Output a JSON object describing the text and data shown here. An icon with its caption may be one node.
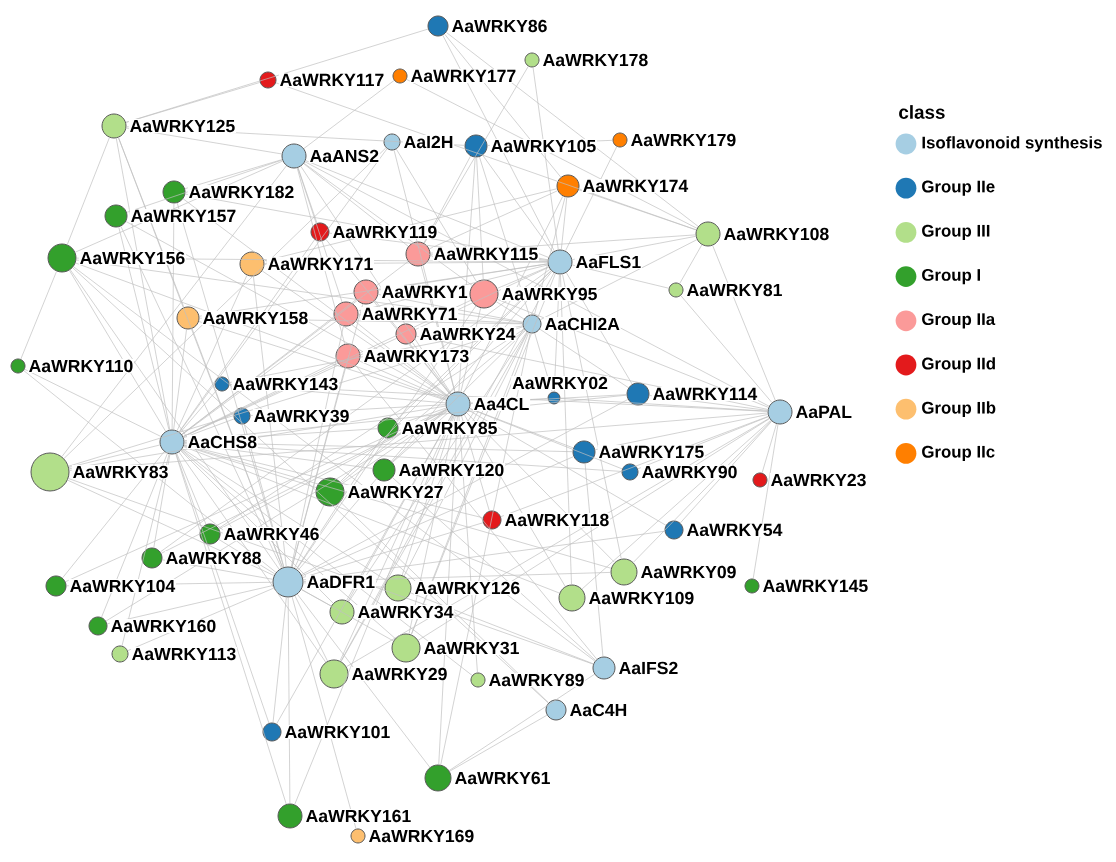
{
  "diagram": {
    "nodes": [
      {
        "text": [],
        "shape": "circle",
        "beside": [
          "AaWRKY86"
        ]
      },
      {
        "text": [],
        "shape": "circle",
        "beside": [
          "AaWRKY178"
        ]
      },
      {
        "text": [],
        "shape": "circle",
        "beside": [
          "AaWRKY117"
        ]
      },
      {
        "text": [],
        "shape": "circle",
        "beside": [
          "AaWRKY177"
        ]
      },
      {
        "text": [],
        "shape": "circle",
        "beside": [
          "AaWRKY125"
        ]
      },
      {
        "text": [],
        "shape": "circle",
        "beside": [
          "AaWRKY179"
        ]
      },
      {
        "text": [],
        "shape": "circle",
        "beside": [
          "AaI2H"
        ]
      },
      {
        "text": [],
        "shape": "circle",
        "beside": [
          "AaWRKY105"
        ]
      },
      {
        "text": [],
        "shape": "circle",
        "beside": [
          "AaANS2"
        ]
      },
      {
        "text": [],
        "shape": "circle",
        "beside": [
          "AaWRKY174"
        ]
      },
      {
        "text": [],
        "shape": "circle",
        "beside": [
          "AaWRKY182"
        ]
      },
      {
        "text": [],
        "shape": "circle",
        "beside": [
          "AaWRKY157"
        ]
      },
      {
        "text": [],
        "shape": "circle",
        "beside": [
          "AaWRKY108"
        ]
      },
      {
        "text": [],
        "shape": "circle",
        "beside": [
          "AaWRKY119"
        ]
      },
      {
        "text": [],
        "shape": "circle",
        "beside": [
          "AaWRKY115"
        ]
      },
      {
        "text": [],
        "shape": "circle",
        "beside": [
          "AaWRKY156"
        ]
      },
      {
        "text": [],
        "shape": "circle",
        "beside": [
          "AaFLS1"
        ]
      },
      {
        "text": [],
        "shape": "circle",
        "beside": [
          "AaWRKY171"
        ]
      },
      {
        "text": [],
        "shape": "circle",
        "beside": [
          "AaWRKY1"
        ]
      },
      {
        "text": [],
        "shape": "circle",
        "beside": [
          "AaWRKY95"
        ]
      },
      {
        "text": [],
        "shape": "circle",
        "beside": [
          "AaWRKY81"
        ]
      },
      {
        "text": [],
        "shape": "circle",
        "beside": [
          "AaWRKY71"
        ]
      },
      {
        "text": [],
        "shape": "circle",
        "beside": [
          "AaWRKY158"
        ]
      },
      {
        "text": [],
        "shape": "circle",
        "beside": [
          "AaCHI2A"
        ]
      },
      {
        "text": [],
        "shape": "circle",
        "beside": [
          "AaWRKY24"
        ]
      },
      {
        "text": [],
        "shape": "circle",
        "beside": [
          "AaWRKY173"
        ]
      },
      {
        "text": [],
        "shape": "circle",
        "beside": [
          "AaWRKY110"
        ]
      },
      {
        "text": [],
        "shape": "circle",
        "beside": [
          "AaWRKY143"
        ]
      },
      {
        "text": [],
        "shape": "circle",
        "beside": [
          "AaWRKY114"
        ]
      },
      {
        "text": [],
        "shape": "circle",
        "beside": [
          "AaWRKY02"
        ]
      },
      {
        "text": [],
        "shape": "circle",
        "beside": [
          "AaPAL"
        ]
      },
      {
        "text": [],
        "shape": "circle",
        "beside": [
          "Aa4CL"
        ]
      },
      {
        "text": [],
        "shape": "circle",
        "beside": [
          "AaWRKY85"
        ]
      },
      {
        "text": [],
        "shape": "circle",
        "beside": [
          "AaWRKY39"
        ]
      },
      {
        "text": [],
        "shape": "circle",
        "beside": [
          "AaCHS8"
        ]
      },
      {
        "text": [],
        "shape": "circle",
        "beside": [
          "AaWRKY175"
        ]
      },
      {
        "text": [],
        "shape": "circle",
        "beside": [
          "AaWRKY120"
        ]
      },
      {
        "text": [],
        "shape": "circle",
        "beside": [
          "AaWRKY83"
        ]
      },
      {
        "text": [],
        "shape": "circle",
        "beside": [
          "AaWRKY90"
        ]
      },
      {
        "text": [],
        "shape": "circle",
        "beside": [
          "AaWRKY23"
        ]
      },
      {
        "text": [],
        "shape": "circle",
        "beside": [
          "AaWRKY27"
        ]
      },
      {
        "text": [],
        "shape": "circle",
        "beside": [
          "AaWRKY118"
        ]
      },
      {
        "text": [],
        "shape": "circle",
        "beside": [
          "AaWRKY54"
        ]
      },
      {
        "text": [],
        "shape": "circle",
        "beside": [
          "AaWRKY46"
        ]
      },
      {
        "text": [],
        "shape": "circle",
        "beside": [
          "AaWRKY88"
        ]
      },
      {
        "text": [],
        "shape": "circle",
        "beside": [
          "AaWRKY104"
        ]
      },
      {
        "text": [],
        "shape": "circle",
        "beside": [
          "AaWRKY09"
        ]
      },
      {
        "text": [],
        "shape": "circle",
        "beside": [
          "AaDFR1"
        ]
      },
      {
        "text": [],
        "shape": "circle",
        "beside": [
          "AaWRKY145"
        ]
      },
      {
        "text": [],
        "shape": "circle",
        "beside": [
          "AaWRKY126"
        ]
      },
      {
        "text": [],
        "shape": "circle",
        "beside": [
          "AaWRKY109"
        ]
      },
      {
        "text": [],
        "shape": "circle",
        "beside": [
          "AaWRKY34"
        ]
      },
      {
        "text": [],
        "shape": "circle",
        "beside": [
          "AaWRKY160"
        ]
      },
      {
        "text": [],
        "shape": "circle",
        "beside": [
          "AaWRKY113"
        ]
      },
      {
        "text": [],
        "shape": "circle",
        "beside": [
          "AaWRKY31"
        ]
      },
      {
        "text": [],
        "shape": "circle",
        "beside": [
          "AaIFS2"
        ]
      },
      {
        "text": [],
        "shape": "circle",
        "beside": [
          "AaWRKY29"
        ]
      },
      {
        "text": [],
        "shape": "circle",
        "beside": [
          "AaWRKY89"
        ]
      },
      {
        "text": [],
        "shape": "circle",
        "beside": [
          "AaC4H"
        ]
      },
      {
        "text": [],
        "shape": "circle",
        "beside": [
          "AaWRKY101"
        ]
      },
      {
        "text": [],
        "shape": "circle",
        "beside": [
          "AaWRKY61"
        ]
      },
      {
        "text": [],
        "shape": "circle",
        "beside": [
          "AaWRKY161"
        ]
      },
      {
        "text": [],
        "shape": "circle",
        "beside": [
          "AaWRKY169"
        ]
      }
    ],
    "edges": [
      {
        "from": 0,
        "to": 4,
        "arrow": "none"
      },
      {
        "from": 0,
        "to": 9,
        "arrow": "none"
      },
      {
        "from": 0,
        "to": 12,
        "arrow": "none"
      },
      {
        "from": 0,
        "to": 16,
        "arrow": "none"
      },
      {
        "from": 1,
        "to": 16,
        "arrow": "none"
      },
      {
        "from": 1,
        "to": 14,
        "arrow": "none"
      },
      {
        "from": 2,
        "to": 4,
        "arrow": "none"
      },
      {
        "from": 2,
        "to": 12,
        "arrow": "none"
      },
      {
        "from": 3,
        "to": 12,
        "arrow": "none"
      },
      {
        "from": 3,
        "to": 8,
        "arrow": "none"
      },
      {
        "from": 4,
        "to": 8,
        "arrow": "none"
      },
      {
        "from": 4,
        "to": 7,
        "arrow": "none"
      },
      {
        "from": 4,
        "to": 15,
        "arrow": "none"
      },
      {
        "from": 4,
        "to": 22,
        "arrow": "none"
      },
      {
        "from": 4,
        "to": 34,
        "arrow": "none"
      },
      {
        "from": 4,
        "to": 47,
        "arrow": "none"
      },
      {
        "from": 5,
        "to": 7,
        "arrow": "none"
      },
      {
        "from": 5,
        "to": 16,
        "arrow": "none"
      },
      {
        "from": 6,
        "to": 19,
        "arrow": "none"
      },
      {
        "from": 6,
        "to": 34,
        "arrow": "none"
      },
      {
        "from": 6,
        "to": 31,
        "arrow": "none"
      },
      {
        "from": 7,
        "to": 19,
        "arrow": "none"
      },
      {
        "from": 7,
        "to": 16,
        "arrow": "none"
      },
      {
        "from": 7,
        "to": 14,
        "arrow": "none"
      },
      {
        "from": 7,
        "to": 31,
        "arrow": "none"
      },
      {
        "from": 7,
        "to": 23,
        "arrow": "none"
      },
      {
        "from": 8,
        "to": 19,
        "arrow": "none"
      },
      {
        "from": 8,
        "to": 21,
        "arrow": "none"
      },
      {
        "from": 8,
        "to": 31,
        "arrow": "none"
      },
      {
        "from": 8,
        "to": 16,
        "arrow": "none"
      },
      {
        "from": 8,
        "to": 25,
        "arrow": "none"
      },
      {
        "from": 8,
        "to": 30,
        "arrow": "none"
      },
      {
        "from": 9,
        "to": 12,
        "arrow": "none"
      },
      {
        "from": 9,
        "to": 16,
        "arrow": "none"
      },
      {
        "from": 9,
        "to": 14,
        "arrow": "none"
      },
      {
        "from": 9,
        "to": 17,
        "arrow": "none"
      },
      {
        "from": 9,
        "to": 23,
        "arrow": "none"
      },
      {
        "from": 9,
        "to": 31,
        "arrow": "none"
      },
      {
        "from": 10,
        "to": 8,
        "arrow": "none"
      },
      {
        "from": 10,
        "to": 47,
        "arrow": "none"
      },
      {
        "from": 10,
        "to": 34,
        "arrow": "none"
      },
      {
        "from": 10,
        "to": 31,
        "arrow": "none"
      },
      {
        "from": 10,
        "to": 16,
        "arrow": "none"
      },
      {
        "from": 11,
        "to": 8,
        "arrow": "none"
      },
      {
        "from": 11,
        "to": 34,
        "arrow": "none"
      },
      {
        "from": 11,
        "to": 47,
        "arrow": "none"
      },
      {
        "from": 11,
        "to": 31,
        "arrow": "none"
      },
      {
        "from": 12,
        "to": 16,
        "arrow": "none"
      },
      {
        "from": 12,
        "to": 14,
        "arrow": "none"
      },
      {
        "from": 12,
        "to": 30,
        "arrow": "none"
      },
      {
        "from": 12,
        "to": 20,
        "arrow": "none"
      },
      {
        "from": 12,
        "to": 23,
        "arrow": "none"
      },
      {
        "from": 13,
        "to": 8,
        "arrow": "none"
      },
      {
        "from": 13,
        "to": 16,
        "arrow": "none"
      },
      {
        "from": 13,
        "to": 31,
        "arrow": "none"
      },
      {
        "from": 13,
        "to": 34,
        "arrow": "none"
      },
      {
        "from": 14,
        "to": 16,
        "arrow": "none"
      },
      {
        "from": 14,
        "to": 31,
        "arrow": "none"
      },
      {
        "from": 14,
        "to": 8,
        "arrow": "none"
      },
      {
        "from": 14,
        "to": 34,
        "arrow": "none"
      },
      {
        "from": 15,
        "to": 34,
        "arrow": "none"
      },
      {
        "from": 15,
        "to": 47,
        "arrow": "none"
      },
      {
        "from": 15,
        "to": 31,
        "arrow": "none"
      },
      {
        "from": 15,
        "to": 16,
        "arrow": "none"
      },
      {
        "from": 15,
        "to": 58,
        "arrow": "none"
      },
      {
        "from": 15,
        "to": 55,
        "arrow": "none"
      },
      {
        "from": 15,
        "to": 8,
        "arrow": "none"
      },
      {
        "from": 15,
        "to": 23,
        "arrow": "none"
      },
      {
        "from": 16,
        "to": 19,
        "arrow": "none"
      },
      {
        "from": 16,
        "to": 18,
        "arrow": "none"
      },
      {
        "from": 16,
        "to": 21,
        "arrow": "none"
      },
      {
        "from": 16,
        "to": 24,
        "arrow": "none"
      },
      {
        "from": 16,
        "to": 22,
        "arrow": "none"
      },
      {
        "from": 16,
        "to": 32,
        "arrow": "none"
      },
      {
        "from": 16,
        "to": 36,
        "arrow": "none"
      },
      {
        "from": 16,
        "to": 40,
        "arrow": "none"
      },
      {
        "from": 16,
        "to": 28,
        "arrow": "none"
      },
      {
        "from": 16,
        "to": 29,
        "arrow": "none"
      },
      {
        "from": 17,
        "to": 16,
        "arrow": "none"
      },
      {
        "from": 17,
        "to": 31,
        "arrow": "none"
      },
      {
        "from": 17,
        "to": 34,
        "arrow": "none"
      },
      {
        "from": 17,
        "to": 47,
        "arrow": "none"
      },
      {
        "from": 18,
        "to": 31,
        "arrow": "none"
      },
      {
        "from": 18,
        "to": 34,
        "arrow": "none"
      },
      {
        "from": 18,
        "to": 47,
        "arrow": "none"
      },
      {
        "from": 18,
        "to": 23,
        "arrow": "none"
      },
      {
        "from": 19,
        "to": 31,
        "arrow": "none"
      },
      {
        "from": 19,
        "to": 34,
        "arrow": "none"
      },
      {
        "from": 19,
        "to": 47,
        "arrow": "none"
      },
      {
        "from": 19,
        "to": 23,
        "arrow": "none"
      },
      {
        "from": 19,
        "to": 30,
        "arrow": "none"
      },
      {
        "from": 20,
        "to": 30,
        "arrow": "none"
      },
      {
        "from": 20,
        "to": 16,
        "arrow": "none"
      },
      {
        "from": 21,
        "to": 31,
        "arrow": "none"
      },
      {
        "from": 21,
        "to": 34,
        "arrow": "none"
      },
      {
        "from": 21,
        "to": 47,
        "arrow": "none"
      },
      {
        "from": 21,
        "to": 23,
        "arrow": "none"
      },
      {
        "from": 22,
        "to": 31,
        "arrow": "none"
      },
      {
        "from": 22,
        "to": 34,
        "arrow": "none"
      },
      {
        "from": 22,
        "to": 47,
        "arrow": "none"
      },
      {
        "from": 22,
        "to": 23,
        "arrow": "none"
      },
      {
        "from": 24,
        "to": 31,
        "arrow": "none"
      },
      {
        "from": 24,
        "to": 34,
        "arrow": "none"
      },
      {
        "from": 24,
        "to": 30,
        "arrow": "none"
      },
      {
        "from": 25,
        "to": 31,
        "arrow": "none"
      },
      {
        "from": 25,
        "to": 34,
        "arrow": "none"
      },
      {
        "from": 25,
        "to": 47,
        "arrow": "none"
      },
      {
        "from": 25,
        "to": 55,
        "arrow": "none"
      },
      {
        "from": 26,
        "to": 34,
        "arrow": "none"
      },
      {
        "from": 26,
        "to": 15,
        "arrow": "none"
      },
      {
        "from": 26,
        "to": 47,
        "arrow": "none"
      },
      {
        "from": 27,
        "to": 31,
        "arrow": "none"
      },
      {
        "from": 27,
        "to": 23,
        "arrow": "none"
      },
      {
        "from": 27,
        "to": 34,
        "arrow": "none"
      },
      {
        "from": 27,
        "to": 30,
        "arrow": "none"
      },
      {
        "from": 28,
        "to": 30,
        "arrow": "none"
      },
      {
        "from": 28,
        "to": 31,
        "arrow": "none"
      },
      {
        "from": 28,
        "to": 47,
        "arrow": "none"
      },
      {
        "from": 28,
        "to": 34,
        "arrow": "none"
      },
      {
        "from": 28,
        "to": 23,
        "arrow": "none"
      },
      {
        "from": 29,
        "to": 31,
        "arrow": "none"
      },
      {
        "from": 29,
        "to": 23,
        "arrow": "none"
      },
      {
        "from": 29,
        "to": 30,
        "arrow": "none"
      },
      {
        "from": 30,
        "to": 35,
        "arrow": "none"
      },
      {
        "from": 30,
        "to": 39,
        "arrow": "none"
      },
      {
        "from": 30,
        "to": 42,
        "arrow": "none"
      },
      {
        "from": 30,
        "to": 38,
        "arrow": "none"
      },
      {
        "from": 37,
        "to": 34,
        "arrow": "none"
      },
      {
        "from": 37,
        "to": 31,
        "arrow": "none"
      },
      {
        "from": 37,
        "to": 23,
        "arrow": "none"
      },
      {
        "from": 37,
        "to": 30,
        "arrow": "none"
      },
      {
        "from": 37,
        "to": 47,
        "arrow": "none"
      },
      {
        "from": 37,
        "to": 55,
        "arrow": "none"
      },
      {
        "from": 37,
        "to": 8,
        "arrow": "none"
      },
      {
        "from": 37,
        "to": 6,
        "arrow": "none"
      },
      {
        "from": 32,
        "to": 31,
        "arrow": "none"
      },
      {
        "from": 32,
        "to": 34,
        "arrow": "none"
      },
      {
        "from": 32,
        "to": 47,
        "arrow": "none"
      },
      {
        "from": 33,
        "to": 34,
        "arrow": "none"
      },
      {
        "from": 33,
        "to": 31,
        "arrow": "none"
      },
      {
        "from": 33,
        "to": 47,
        "arrow": "none"
      },
      {
        "from": 35,
        "to": 31,
        "arrow": "none"
      },
      {
        "from": 35,
        "to": 34,
        "arrow": "none"
      },
      {
        "from": 35,
        "to": 47,
        "arrow": "none"
      },
      {
        "from": 35,
        "to": 55,
        "arrow": "none"
      },
      {
        "from": 36,
        "to": 31,
        "arrow": "none"
      },
      {
        "from": 36,
        "to": 34,
        "arrow": "none"
      },
      {
        "from": 36,
        "to": 47,
        "arrow": "none"
      },
      {
        "from": 36,
        "to": 23,
        "arrow": "none"
      },
      {
        "from": 36,
        "to": 55,
        "arrow": "none"
      },
      {
        "from": 38,
        "to": 31,
        "arrow": "none"
      },
      {
        "from": 38,
        "to": 34,
        "arrow": "none"
      },
      {
        "from": 40,
        "to": 31,
        "arrow": "none"
      },
      {
        "from": 40,
        "to": 34,
        "arrow": "none"
      },
      {
        "from": 40,
        "to": 47,
        "arrow": "none"
      },
      {
        "from": 40,
        "to": 23,
        "arrow": "none"
      },
      {
        "from": 40,
        "to": 58,
        "arrow": "none"
      },
      {
        "from": 41,
        "to": 31,
        "arrow": "none"
      },
      {
        "from": 41,
        "to": 34,
        "arrow": "none"
      },
      {
        "from": 41,
        "to": 47,
        "arrow": "none"
      },
      {
        "from": 41,
        "to": 30,
        "arrow": "none"
      },
      {
        "from": 42,
        "to": 31,
        "arrow": "none"
      },
      {
        "from": 42,
        "to": 47,
        "arrow": "none"
      },
      {
        "from": 43,
        "to": 34,
        "arrow": "none"
      },
      {
        "from": 43,
        "to": 47,
        "arrow": "none"
      },
      {
        "from": 43,
        "to": 31,
        "arrow": "none"
      },
      {
        "from": 43,
        "to": 23,
        "arrow": "none"
      },
      {
        "from": 44,
        "to": 34,
        "arrow": "none"
      },
      {
        "from": 44,
        "to": 47,
        "arrow": "none"
      },
      {
        "from": 44,
        "to": 31,
        "arrow": "none"
      },
      {
        "from": 44,
        "to": 16,
        "arrow": "none"
      },
      {
        "from": 45,
        "to": 34,
        "arrow": "none"
      },
      {
        "from": 45,
        "to": 47,
        "arrow": "none"
      },
      {
        "from": 45,
        "to": 31,
        "arrow": "none"
      },
      {
        "from": 46,
        "to": 30,
        "arrow": "none"
      },
      {
        "from": 46,
        "to": 31,
        "arrow": "none"
      },
      {
        "from": 46,
        "to": 34,
        "arrow": "none"
      },
      {
        "from": 46,
        "to": 47,
        "arrow": "none"
      },
      {
        "from": 46,
        "to": 16,
        "arrow": "none"
      },
      {
        "from": 48,
        "to": 30,
        "arrow": "none"
      },
      {
        "from": 49,
        "to": 31,
        "arrow": "none"
      },
      {
        "from": 49,
        "to": 34,
        "arrow": "none"
      },
      {
        "from": 49,
        "to": 47,
        "arrow": "none"
      },
      {
        "from": 49,
        "to": 23,
        "arrow": "none"
      },
      {
        "from": 49,
        "to": 55,
        "arrow": "none"
      },
      {
        "from": 50,
        "to": 30,
        "arrow": "none"
      },
      {
        "from": 50,
        "to": 31,
        "arrow": "none"
      },
      {
        "from": 50,
        "to": 34,
        "arrow": "none"
      },
      {
        "from": 50,
        "to": 16,
        "arrow": "none"
      },
      {
        "from": 51,
        "to": 31,
        "arrow": "none"
      },
      {
        "from": 51,
        "to": 34,
        "arrow": "none"
      },
      {
        "from": 51,
        "to": 47,
        "arrow": "none"
      },
      {
        "from": 51,
        "to": 23,
        "arrow": "none"
      },
      {
        "from": 52,
        "to": 34,
        "arrow": "none"
      },
      {
        "from": 52,
        "to": 47,
        "arrow": "none"
      },
      {
        "from": 52,
        "to": 31,
        "arrow": "none"
      },
      {
        "from": 53,
        "to": 34,
        "arrow": "none"
      },
      {
        "from": 53,
        "to": 47,
        "arrow": "none"
      },
      {
        "from": 54,
        "to": 31,
        "arrow": "none"
      },
      {
        "from": 54,
        "to": 34,
        "arrow": "none"
      },
      {
        "from": 54,
        "to": 47,
        "arrow": "none"
      },
      {
        "from": 54,
        "to": 16,
        "arrow": "none"
      },
      {
        "from": 54,
        "to": 23,
        "arrow": "none"
      },
      {
        "from": 54,
        "to": 30,
        "arrow": "none"
      },
      {
        "from": 56,
        "to": 31,
        "arrow": "none"
      },
      {
        "from": 56,
        "to": 34,
        "arrow": "none"
      },
      {
        "from": 56,
        "to": 47,
        "arrow": "none"
      },
      {
        "from": 56,
        "to": 23,
        "arrow": "none"
      },
      {
        "from": 56,
        "to": 16,
        "arrow": "none"
      },
      {
        "from": 56,
        "to": 30,
        "arrow": "none"
      },
      {
        "from": 57,
        "to": 34,
        "arrow": "none"
      },
      {
        "from": 57,
        "to": 31,
        "arrow": "none"
      },
      {
        "from": 59,
        "to": 47,
        "arrow": "none"
      },
      {
        "from": 59,
        "to": 34,
        "arrow": "none"
      },
      {
        "from": 59,
        "to": 31,
        "arrow": "none"
      },
      {
        "from": 60,
        "to": 47,
        "arrow": "none"
      },
      {
        "from": 60,
        "to": 31,
        "arrow": "none"
      },
      {
        "from": 60,
        "to": 55,
        "arrow": "none"
      },
      {
        "from": 60,
        "to": 58,
        "arrow": "none"
      },
      {
        "from": 60,
        "to": 23,
        "arrow": "none"
      },
      {
        "from": 61,
        "to": 47,
        "arrow": "none"
      },
      {
        "from": 61,
        "to": 34,
        "arrow": "none"
      },
      {
        "from": 61,
        "to": 31,
        "arrow": "none"
      },
      {
        "from": 62,
        "to": 47,
        "arrow": "none"
      }
    ],
    "labels": [
      "class"
    ],
    "legend": [
      {
        "text": "Isoflavonoid synthesis",
        "color": "#a6cee3"
      },
      {
        "text": "Group IIe",
        "color": "#1f78b4"
      },
      {
        "text": "Group III",
        "color": "#b2df8a"
      },
      {
        "text": "Group I",
        "color": "#33a02c"
      },
      {
        "text": "Group IIa",
        "color": "#fb9a99"
      },
      {
        "text": "Group IId",
        "color": "#e31a1c"
      },
      {
        "text": "Group IIb",
        "color": "#fdbf6f"
      },
      {
        "text": "Group IIc",
        "color": "#ff7f00"
      }
    ]
  }
}
